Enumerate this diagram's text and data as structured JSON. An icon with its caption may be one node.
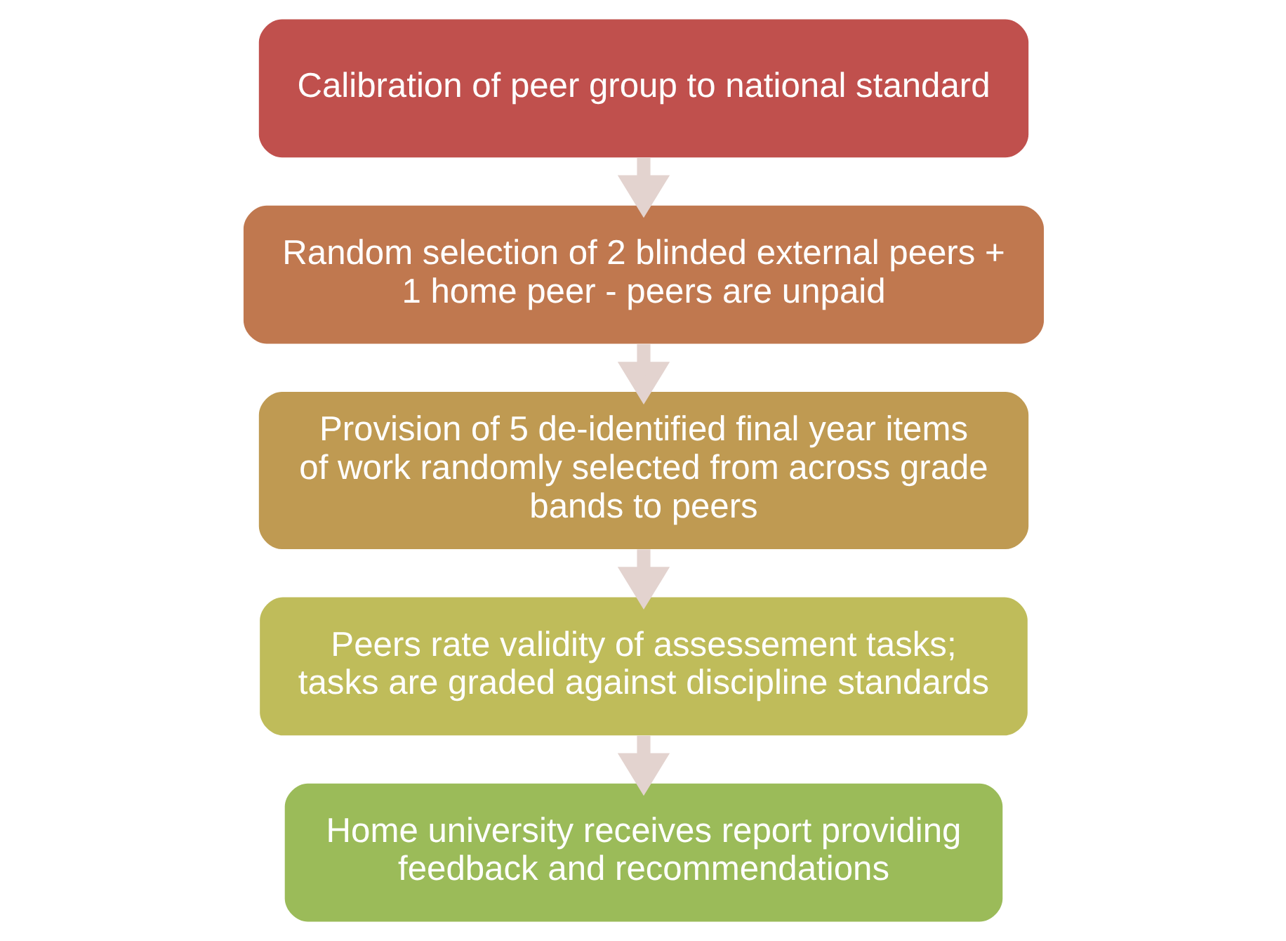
{
  "diagram": {
    "nodes": [
      {
        "text": [
          "Calibration of peer group to national standard"
        ]
      },
      {
        "text": [
          "Random selection of 2 blinded external peers + 1 home peer - peers are unpaid"
        ]
      },
      {
        "text": [
          "Provision of 5 de-identified final year items of work randomly selected from across grade bands to peers"
        ]
      },
      {
        "text": [
          "Peers rate validity of assessement tasks; tasks are graded against discipline standards"
        ]
      },
      {
        "text": [
          "Home university receives report providing feedback and recommendations"
        ]
      }
    ],
    "edges": [
      {
        "from": 0,
        "to": 1,
        "arrow": "to"
      },
      {
        "from": 1,
        "to": 2,
        "arrow": "to"
      },
      {
        "from": 2,
        "to": 3,
        "arrow": "to"
      },
      {
        "from": 3,
        "to": 4,
        "arrow": "to"
      }
    ]
  }
}
